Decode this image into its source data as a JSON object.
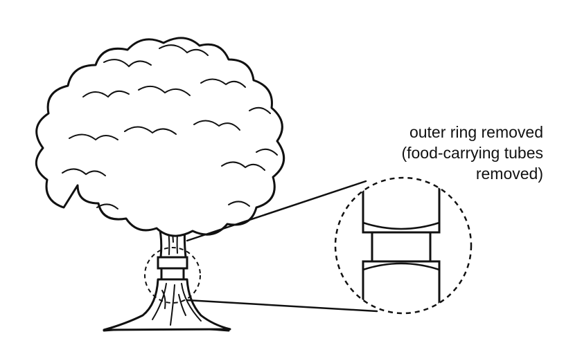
{
  "colors": {
    "stroke": "#111111",
    "background": "#ffffff"
  },
  "annotation": {
    "line1": "outer ring removed",
    "line2": "(food-carrying tubes",
    "line3": "removed)"
  },
  "parts": {
    "tree": "tree-illustration",
    "ring_marker": "dashed-circle-on-trunk",
    "magnifier": "dashed-circle-magnified-view"
  }
}
